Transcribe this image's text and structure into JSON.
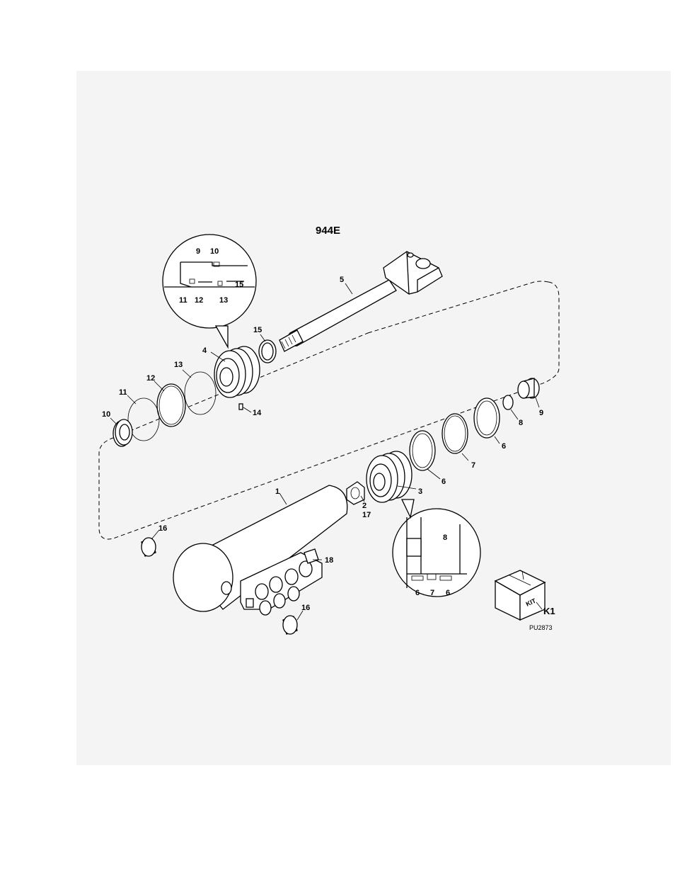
{
  "title": "944E",
  "figure_code": "PU2873",
  "kit": {
    "box_text": "KIT",
    "label": "K1"
  },
  "detail_top": {
    "labels": [
      "9",
      "10",
      "15",
      "11",
      "12",
      "13"
    ]
  },
  "detail_bottom": {
    "labels": [
      "8",
      "6",
      "7",
      "6"
    ]
  },
  "callouts": {
    "c1": "1",
    "c2": "2",
    "c3": "3",
    "c4": "4",
    "c5": "5",
    "c6a": "6",
    "c6b": "6",
    "c7": "7",
    "c8": "8",
    "c9": "9",
    "c10": "10",
    "c11": "11",
    "c12": "12",
    "c13": "13",
    "c14": "14",
    "c15": "15",
    "c16a": "16",
    "c16b": "16",
    "c17": "17",
    "c18": "18"
  }
}
